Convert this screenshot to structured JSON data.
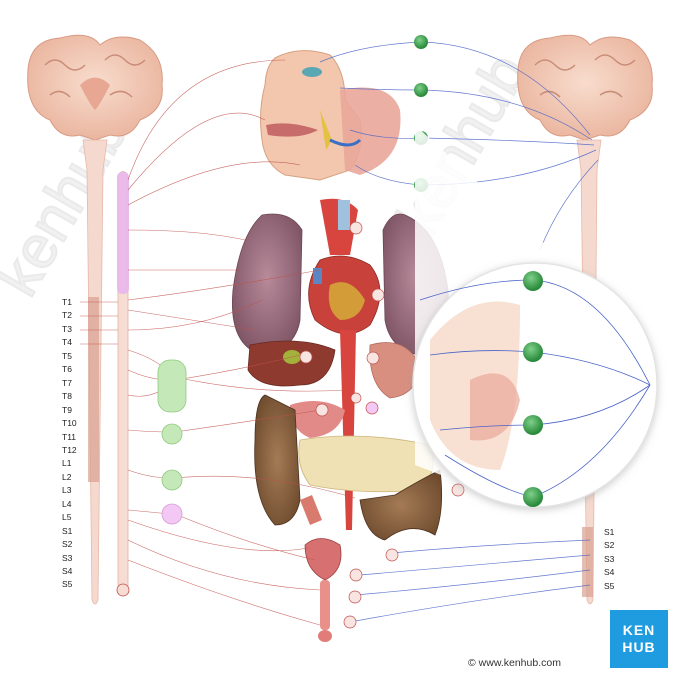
{
  "left_segments": [
    "T1",
    "T2",
    "T3",
    "T4",
    "T5",
    "T6",
    "T7",
    "T8",
    "T9",
    "T10",
    "T11",
    "T12",
    "L1",
    "L2",
    "L3",
    "L4",
    "L5",
    "S1",
    "S2",
    "S3",
    "S4",
    "S5"
  ],
  "right_segments": [
    "S1",
    "S2",
    "S3",
    "S4",
    "S5"
  ],
  "logo": {
    "line1": "KEN",
    "line2": "HUB"
  },
  "website": "www.kenhub.com",
  "colors": {
    "sympathetic": "#c0504d",
    "parasympathetic": "#4a63c8",
    "ganglion_green": "#3aa853",
    "brain": "#f2c8b5",
    "cord": "#f3d3c8",
    "logo_blue": "#1f9be0"
  }
}
